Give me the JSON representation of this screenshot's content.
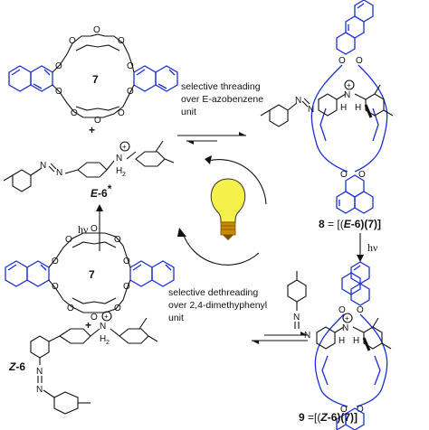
{
  "compounds": {
    "crown": "7",
    "plus": "+",
    "e6_label": "E",
    "e6_num": "-6",
    "e6_star": "*",
    "z6_label": "Z",
    "z6_num": "-6",
    "c8_num": "8",
    "c8_formula_a": " = [(",
    "c8_formula_b": "E",
    "c8_formula_c": "-6)(7)]",
    "c9_num": "9",
    "c9_formula_a": " =[(",
    "c9_formula_b": "Z",
    "c9_formula_c": "-6)(7)]"
  },
  "annotations": {
    "threading_1": "selective threading",
    "threading_2": "over E-azobenzene",
    "threading_3": "unit",
    "dethreading_1": "selective dethreading",
    "dethreading_2": "over 2,4-dimethyphenyl",
    "dethreading_3": "unit",
    "hv_left": "hν",
    "hv_right": "hν"
  },
  "atoms": {
    "oxygen": "O",
    "nitrogen": "N",
    "hydrogen": "H",
    "h2": "H",
    "sub2": "2",
    "charge": "+"
  },
  "colors": {
    "crown": "#1a2fd6",
    "bulb": "#f6f04a",
    "bulb_base": "#c98a00"
  }
}
